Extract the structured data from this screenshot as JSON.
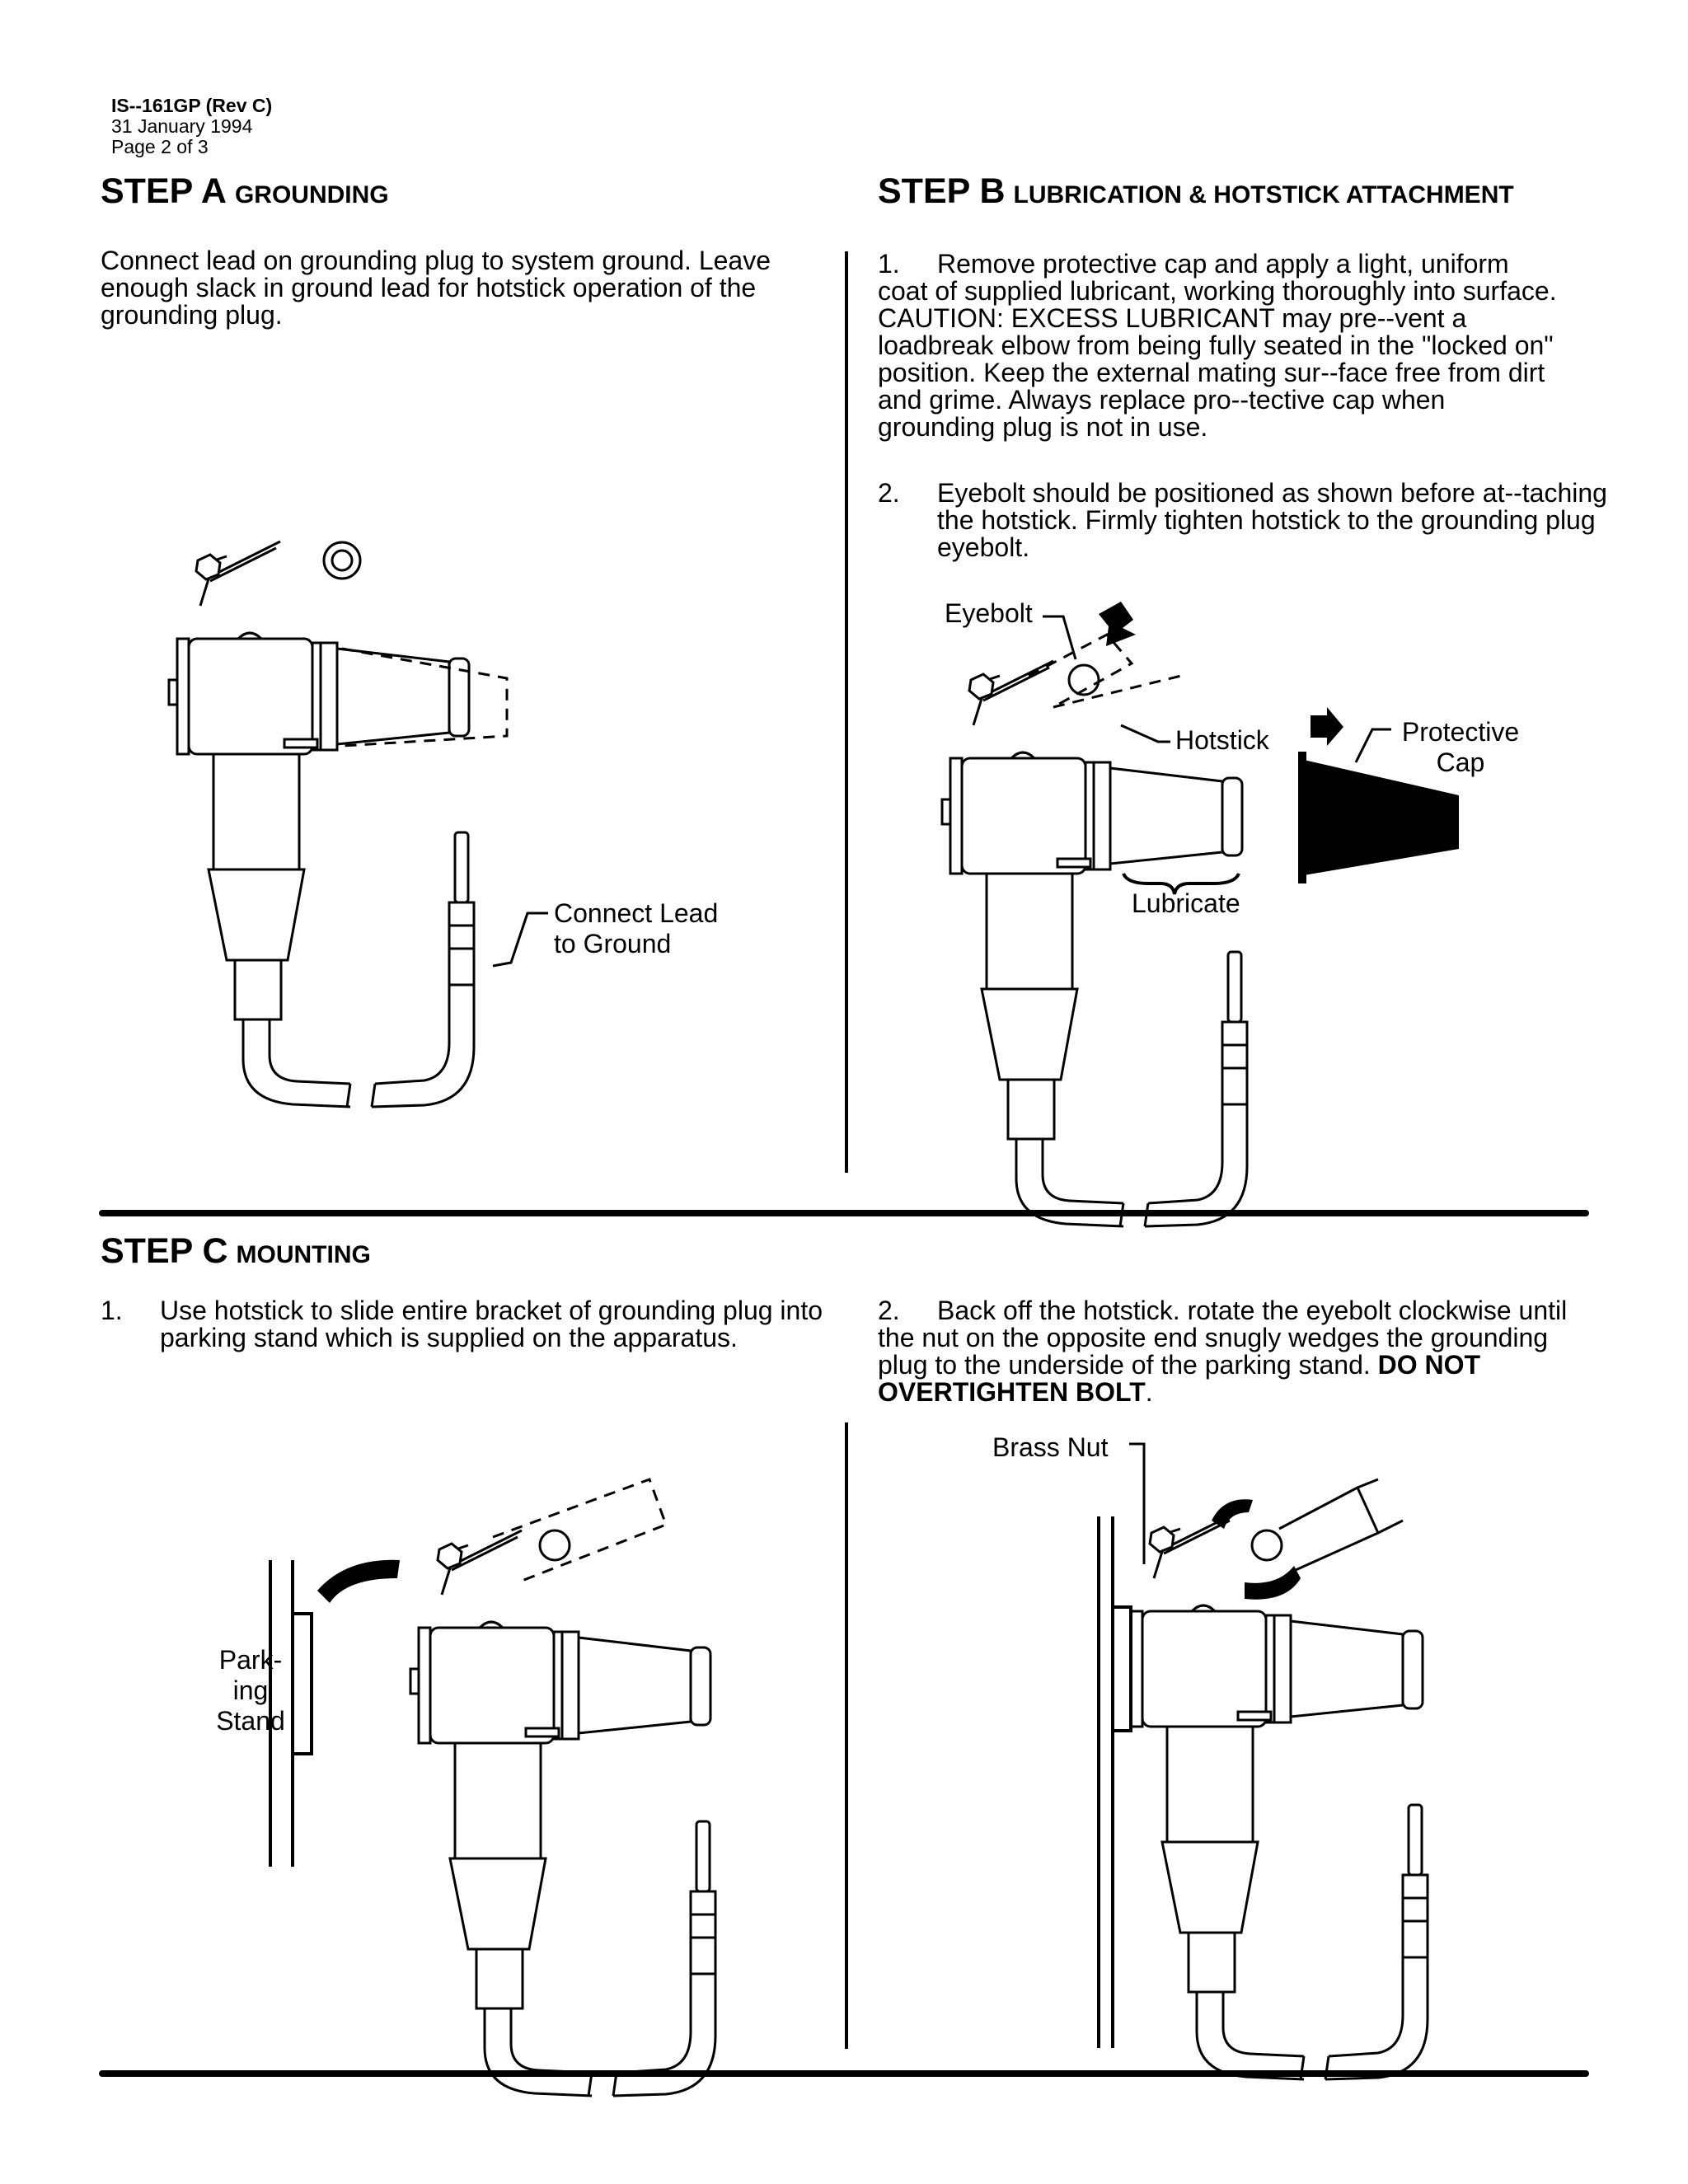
{
  "header": {
    "doc_id": "IS--161GP (Rev C)",
    "date": "31 January 1994",
    "page": "Page 2 of 3"
  },
  "step_a": {
    "title": "STEP A",
    "subtitle": "GROUNDING",
    "text": "Connect lead on grounding plug to system ground. Leave enough slack in ground lead for hotstick operation of the grounding plug.",
    "label_lead_1": "Connect Lead",
    "label_lead_2": "to Ground"
  },
  "step_b": {
    "title": "STEP B",
    "subtitle": "LUBRICATION & HOTSTICK ATTACHMENT",
    "item1_num": "1.",
    "item1_text": "Remove protective cap and apply a light, uniform coat of supplied lubricant, working thoroughly into surface. CAUTION: EXCESS LUBRICANT may pre--vent a loadbreak elbow from being fully seated in the \"locked on\" position. Keep the external mating sur--face free from dirt and grime. Always replace pro--tective cap when grounding plug is not in use.",
    "item2_num": "2.",
    "item2_text": "Eyebolt should be positioned as shown before at--taching the hotstick. Firmly tighten hotstick to the grounding plug eyebolt.",
    "label_eyebolt": "Eyebolt",
    "label_hotstick": "Hotstick",
    "label_cap_1": "Protective",
    "label_cap_2": "Cap",
    "label_lubricate": "Lubricate"
  },
  "step_c": {
    "title": "STEP C",
    "subtitle": "MOUNTING",
    "item1_num": "1.",
    "item1_text": "Use hotstick to slide entire bracket of grounding plug into parking stand which is supplied on the apparatus.",
    "item2_num": "2.",
    "item2_text": "Back off the hotstick. rotate the eyebolt clockwise until the nut on the opposite end snugly wedges the grounding plug to the underside of the parking stand.",
    "item2_bold": "DO NOT OVERTIGHTEN BOLT",
    "item2_end": ".",
    "label_stand_1": "Park-",
    "label_stand_2": "ing",
    "label_stand_3": "Stand",
    "label_brass_nut": "Brass Nut"
  }
}
